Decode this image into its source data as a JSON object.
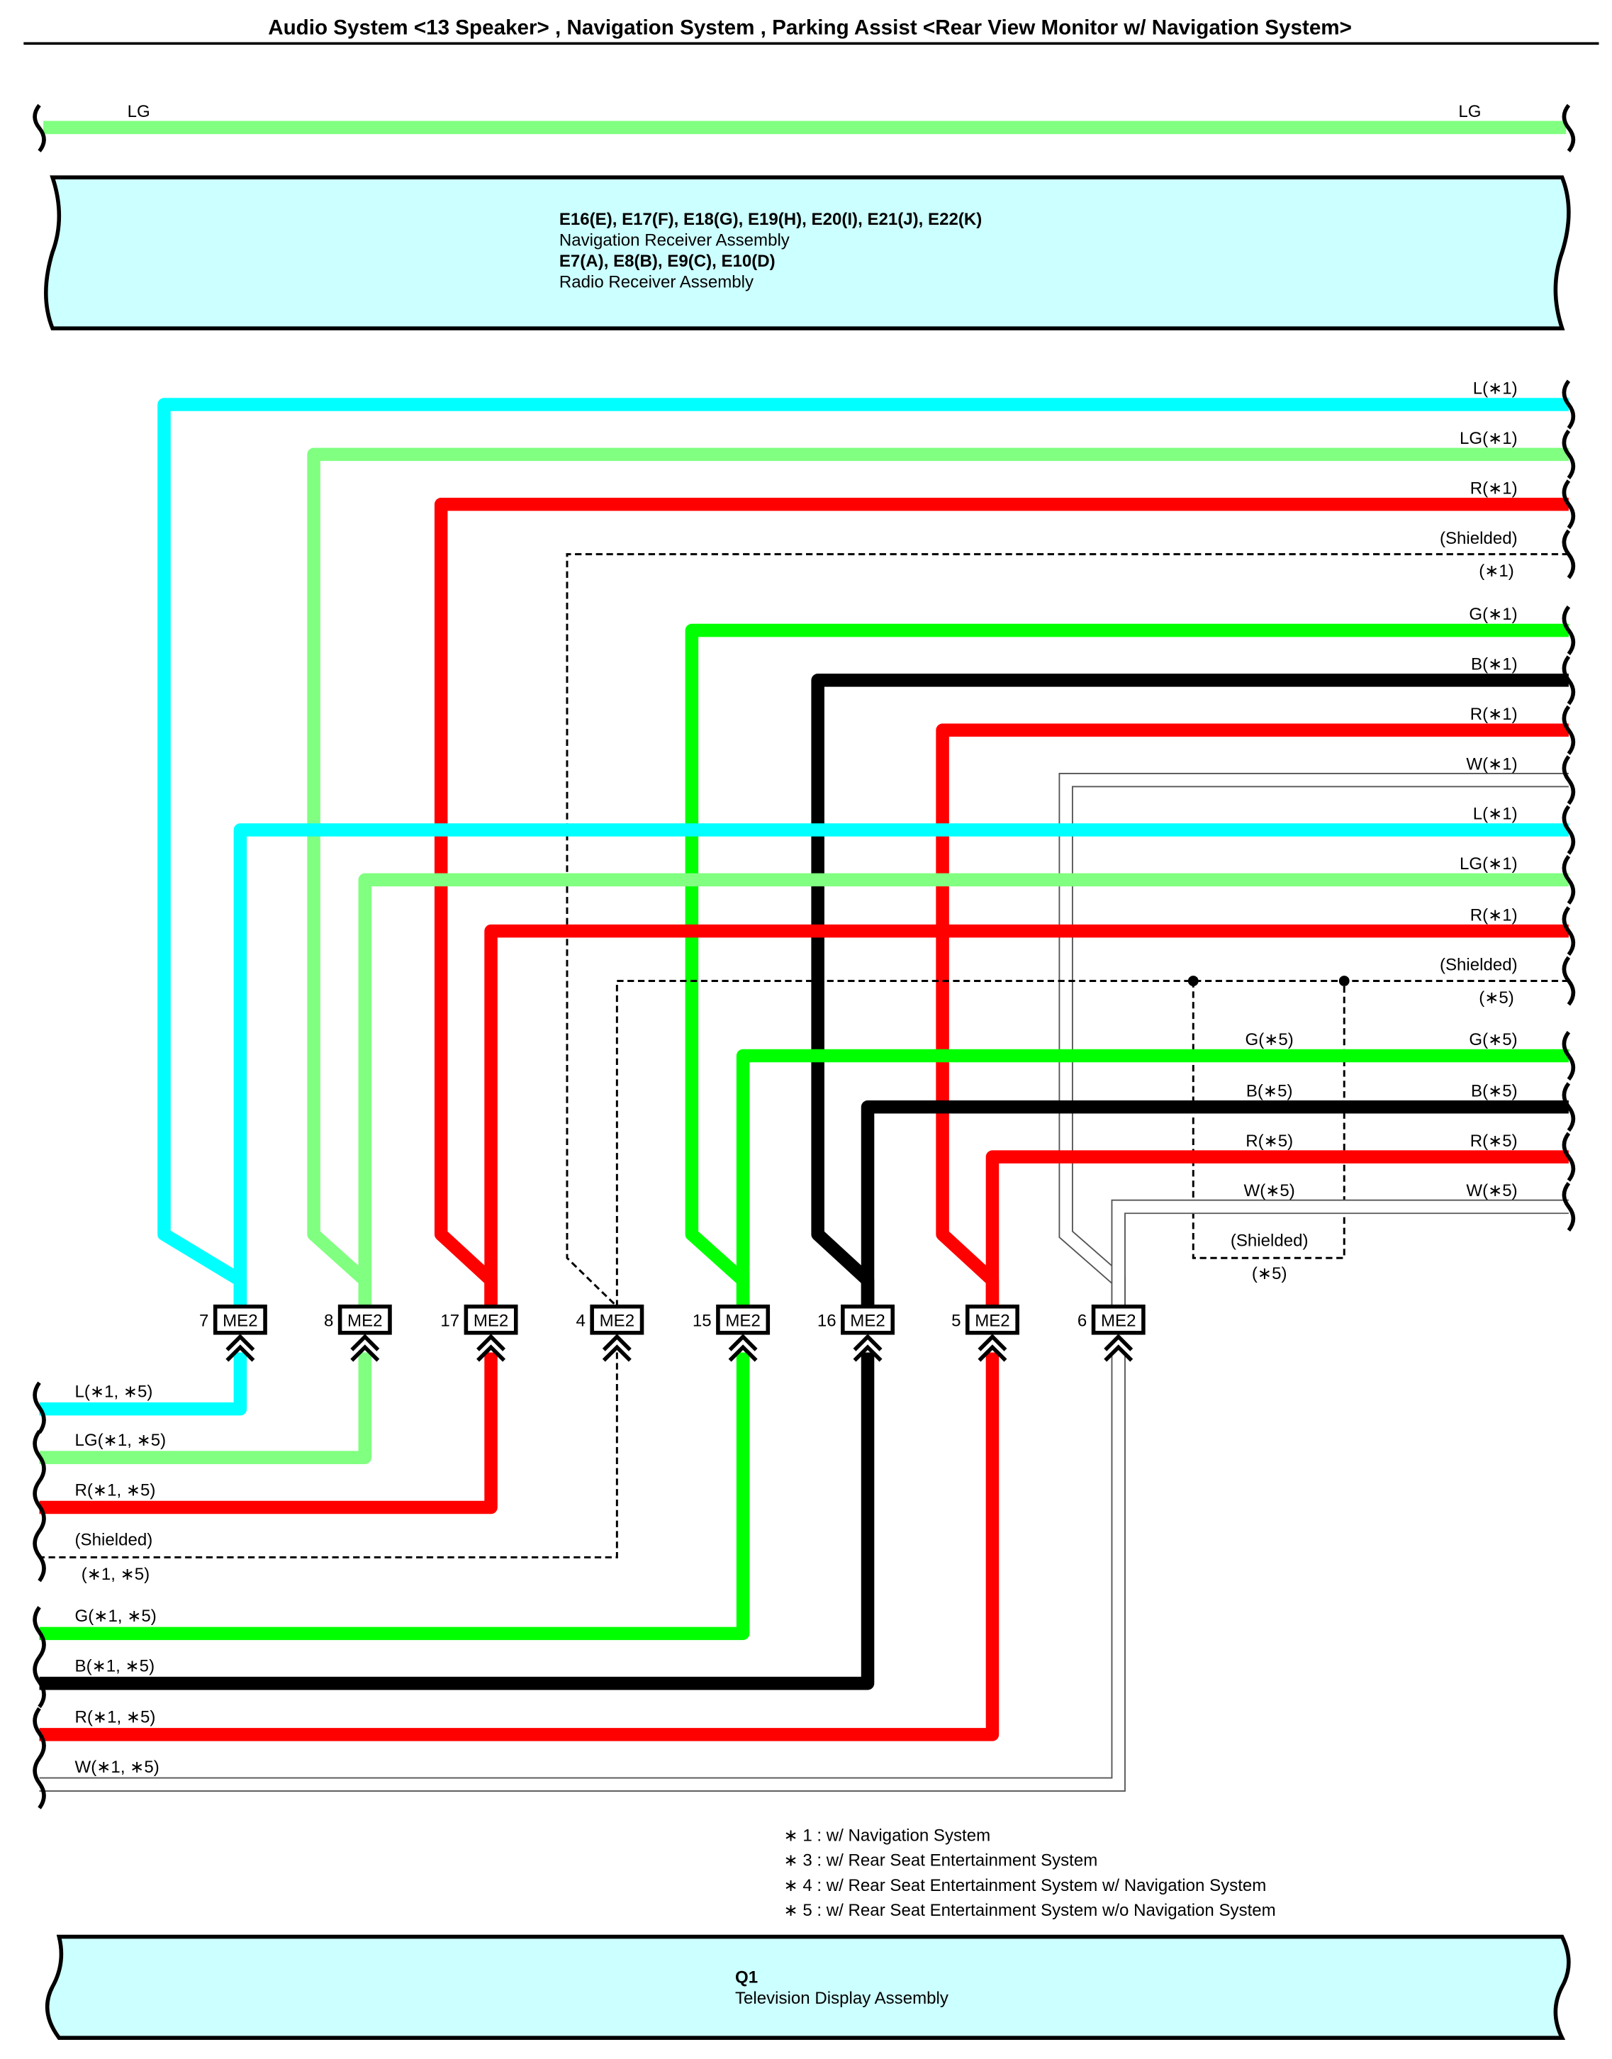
{
  "title": "Audio System <13 Speaker> , Navigation System , Parking Assist <Rear View Monitor w/ Navigation System>",
  "top_wire": {
    "left_label": "LG",
    "right_label": "LG",
    "color": "#80ff80"
  },
  "receiver_box": {
    "line1": "E16(E), E17(F), E18(G), E19(H), E20(I), E21(J), E22(K)",
    "line2": "Navigation Receiver Assembly",
    "line3": "E7(A), E8(B), E9(C), E10(D)",
    "line4": "Radio Receiver Assembly",
    "fill": "#ccffff"
  },
  "right_labels": [
    {
      "text": "L(∗1)"
    },
    {
      "text": "LG(∗1)"
    },
    {
      "text": "R(∗1)"
    },
    {
      "text": "(Shielded)",
      "sub": "(∗1)"
    },
    {
      "text": "G(∗1)"
    },
    {
      "text": "B(∗1)"
    },
    {
      "text": "R(∗1)"
    },
    {
      "text": "W(∗1)"
    },
    {
      "text": "L(∗1)"
    },
    {
      "text": "LG(∗1)"
    },
    {
      "text": "R(∗1)"
    },
    {
      "text": "(Shielded)",
      "sub": "(∗5)"
    },
    {
      "text": "G(∗5)"
    },
    {
      "text": "B(∗5)"
    },
    {
      "text": "R(∗5)"
    },
    {
      "text": "W(∗5)"
    }
  ],
  "mid_labels": [
    "G(∗5)",
    "B(∗5)",
    "R(∗5)",
    "W(∗5)"
  ],
  "shield_box": {
    "label": "(Shielded)",
    "sub": "(∗5)"
  },
  "connectors": [
    {
      "pin": "7",
      "name": "ME2"
    },
    {
      "pin": "8",
      "name": "ME2"
    },
    {
      "pin": "17",
      "name": "ME2"
    },
    {
      "pin": "4",
      "name": "ME2"
    },
    {
      "pin": "15",
      "name": "ME2"
    },
    {
      "pin": "16",
      "name": "ME2"
    },
    {
      "pin": "5",
      "name": "ME2"
    },
    {
      "pin": "6",
      "name": "ME2"
    }
  ],
  "bottom_labels": [
    {
      "text": "L(∗1, ∗5)"
    },
    {
      "text": "LG(∗1, ∗5)"
    },
    {
      "text": "R(∗1, ∗5)"
    },
    {
      "text": "(Shielded)",
      "sub": "(∗1, ∗5)"
    },
    {
      "text": "G(∗1, ∗5)"
    },
    {
      "text": "B(∗1, ∗5)"
    },
    {
      "text": "R(∗1, ∗5)"
    },
    {
      "text": "W(∗1, ∗5)"
    }
  ],
  "wire_colors": [
    "#00ffff",
    "#80ff80",
    "#ff0000",
    "shield",
    "#00ff00",
    "#000000",
    "#ff0000",
    "white"
  ],
  "notes": [
    "∗ 1 : w/ Navigation System",
    "∗ 3 : w/ Rear Seat Entertainment System",
    "∗ 4 : w/ Rear Seat Entertainment System w/ Navigation System",
    "∗ 5 : w/ Rear Seat Entertainment System w/o Navigation System"
  ],
  "display_box": {
    "line1": "Q1",
    "line2": "Television Display Assembly",
    "fill": "#ccffff"
  }
}
